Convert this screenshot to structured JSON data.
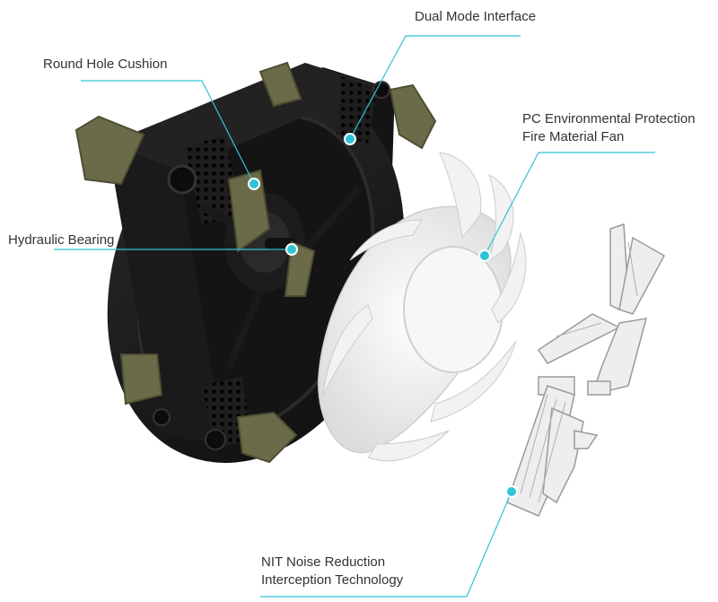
{
  "colors": {
    "accent": "#2ec4d6",
    "frame": "#1b1b1b",
    "cushion": "#6b6b4a",
    "blade": "#f3f3f3",
    "text": "#333333"
  },
  "callouts": {
    "dual_mode_interface": "Dual Mode Interface",
    "round_hole_cushion": "Round Hole Cushion",
    "pc_fire_fan_line1": "PC Environmental Protection",
    "pc_fire_fan_line2": "Fire Material Fan",
    "hydraulic_bearing": "Hydraulic Bearing",
    "nit_line1": "NIT Noise Reduction",
    "nit_line2": "Interception Technology"
  }
}
